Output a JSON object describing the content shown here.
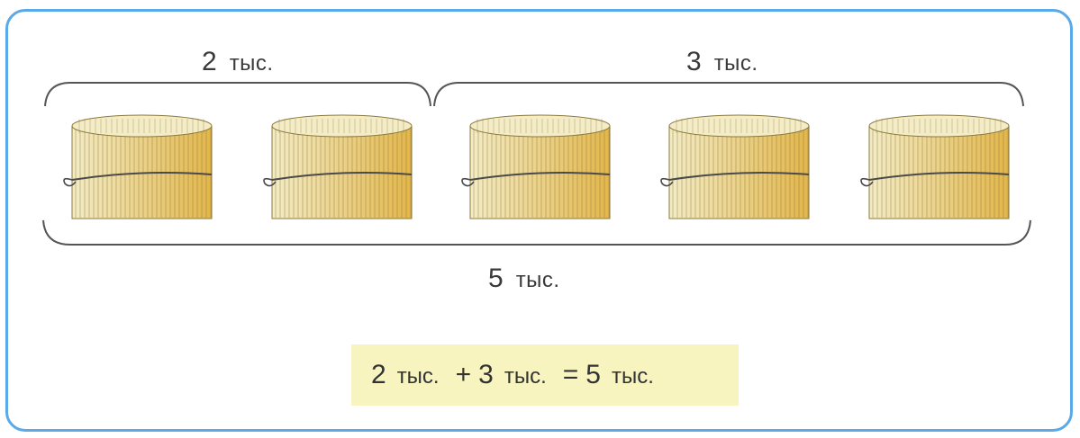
{
  "groups": {
    "left": {
      "number": "2",
      "unit": "тыс."
    },
    "right": {
      "number": "3",
      "unit": "тыс."
    },
    "total": {
      "number": "5",
      "unit": "тыс."
    }
  },
  "bundles": {
    "count": 5,
    "colors": {
      "light": "#f3ecc6",
      "dark": "#e3b64a",
      "outline": "#8b7a3c",
      "string": "#4a4a4a"
    }
  },
  "equation": {
    "a_num": "2",
    "a_unit": "тыс.",
    "plus": "+",
    "b_num": "3",
    "b_unit": "тыс.",
    "equals": "=",
    "c_num": "5",
    "c_unit": "тыс."
  },
  "colors": {
    "frame": "#5aa9e8",
    "equation_bg": "#f7f4bf",
    "text": "#3a3a3a"
  }
}
